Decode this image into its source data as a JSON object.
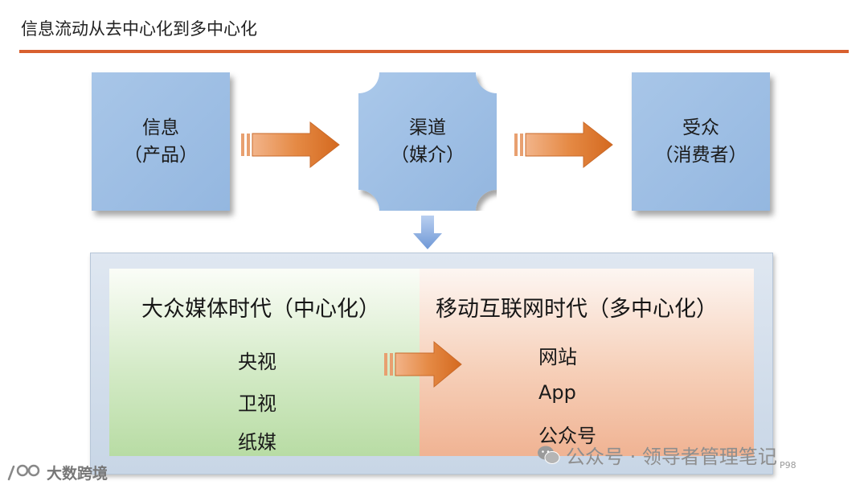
{
  "header": {
    "title": "信息流动从去中心化到多中心化"
  },
  "flow": {
    "nodes": [
      {
        "line1": "信息",
        "line2": "（产品）"
      },
      {
        "line1": "渠道",
        "line2": "（媒介）"
      },
      {
        "line1": "受众",
        "line2": "（消费者）"
      }
    ]
  },
  "panel": {
    "left": {
      "title": "大众媒体时代（中心化）",
      "items": [
        "央视",
        "卫视",
        "纸媒"
      ]
    },
    "right": {
      "title": "移动互联网时代（多中心化）",
      "items": [
        "网站",
        "App",
        "公众号"
      ]
    }
  },
  "watermark": {
    "text": "公众号 · 领导者管理笔记"
  },
  "page": {
    "number": "P98"
  },
  "corner_logo": {
    "text": "大数跨境"
  },
  "colors": {
    "accent_line": "#d8602f",
    "box_blue": "#9dbde3",
    "arrow_orange": "#e07a2e",
    "arrow_blue": "#8aaee0"
  }
}
